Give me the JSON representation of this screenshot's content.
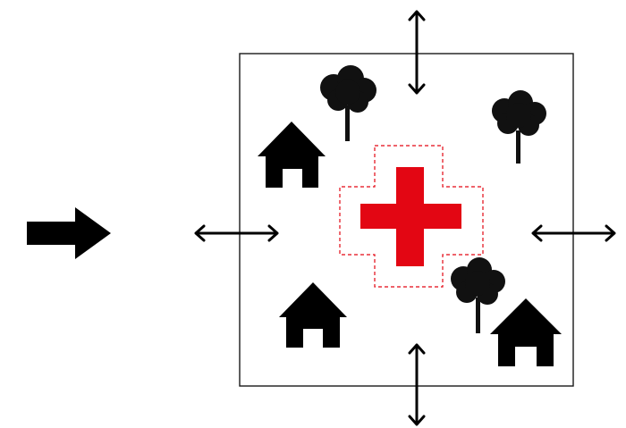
{
  "diagram": {
    "icons": {
      "entry_arrow": "right-arrow-icon",
      "house": "house-icon",
      "tree": "tree-icon",
      "cross": "medical-cross-icon",
      "double_arrow": "double-headed-arrow-icon"
    },
    "colors": {
      "cross": "#e30613",
      "cross_boundary": "#e30613",
      "frame": "#1a1a1a",
      "icons": "#000000",
      "trees": "#111111"
    },
    "counts": {
      "houses": 3,
      "trees": 3,
      "double_arrows": 4
    }
  }
}
